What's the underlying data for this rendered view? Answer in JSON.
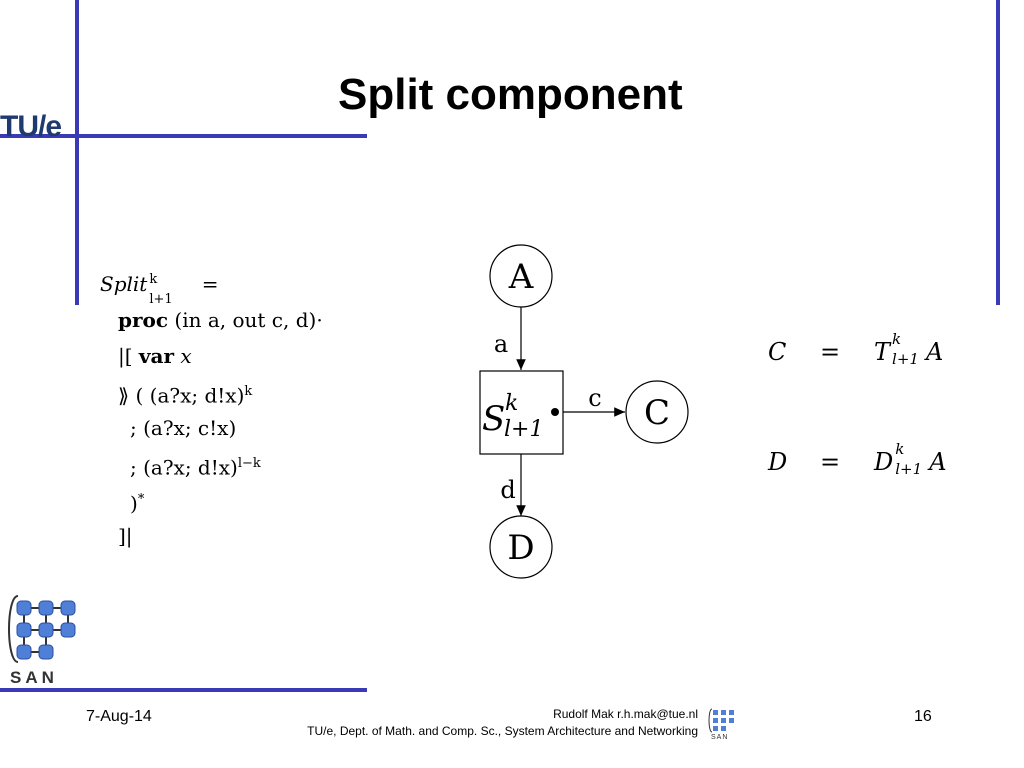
{
  "slide": {
    "title": "Split component",
    "logo_text": "TU/e",
    "san_label": "SAN"
  },
  "spec": {
    "line1": "Split",
    "line1_sup": "k",
    "line1_sub": "l+1",
    "line1_eq": "=",
    "proc_kw": "proc",
    "proc_rest": "(in a, out c, d)·",
    "var_open": "|[ ",
    "var_kw": "var",
    "var_name": " x",
    "loop_open": "⟫ (  (a?x; d!x)",
    "loop_open_sup": "k",
    "seq1": ";  (a?x; c!x)",
    "seq2": ";  (a?x; d!x)",
    "seq2_sup": "l−k",
    "loop_close": ")",
    "loop_close_sup": "*",
    "end": "]|"
  },
  "diagram": {
    "node_a": "A",
    "node_c": "C",
    "node_d": "D",
    "box_label_main": "S",
    "box_label_sup": "k",
    "box_label_sub": "l+1",
    "edge_a": "a",
    "edge_c": "c",
    "edge_d": "d"
  },
  "equations": [
    {
      "lhs": "C",
      "op": "=",
      "rhs_main": "T",
      "rhs_sup": "k",
      "rhs_sub": "l+1",
      "rhs_arg": "A"
    },
    {
      "lhs": "D",
      "op": "=",
      "rhs_main": "D",
      "rhs_sup": "k",
      "rhs_sub": "l+1",
      "rhs_arg": "A"
    }
  ],
  "footer": {
    "date": "7-Aug-14",
    "author_line1": "Rudolf Mak  r.h.mak@tue.nl",
    "author_line2": "TU/e, Dept. of Math. and Comp. Sc., System Architecture and Networking",
    "page": "16",
    "san_small": "SAN"
  },
  "colors": {
    "rule_blue": "#3a3ab6",
    "logo_blue": "#1f3a6e",
    "san_node": "#4f7fd6"
  }
}
